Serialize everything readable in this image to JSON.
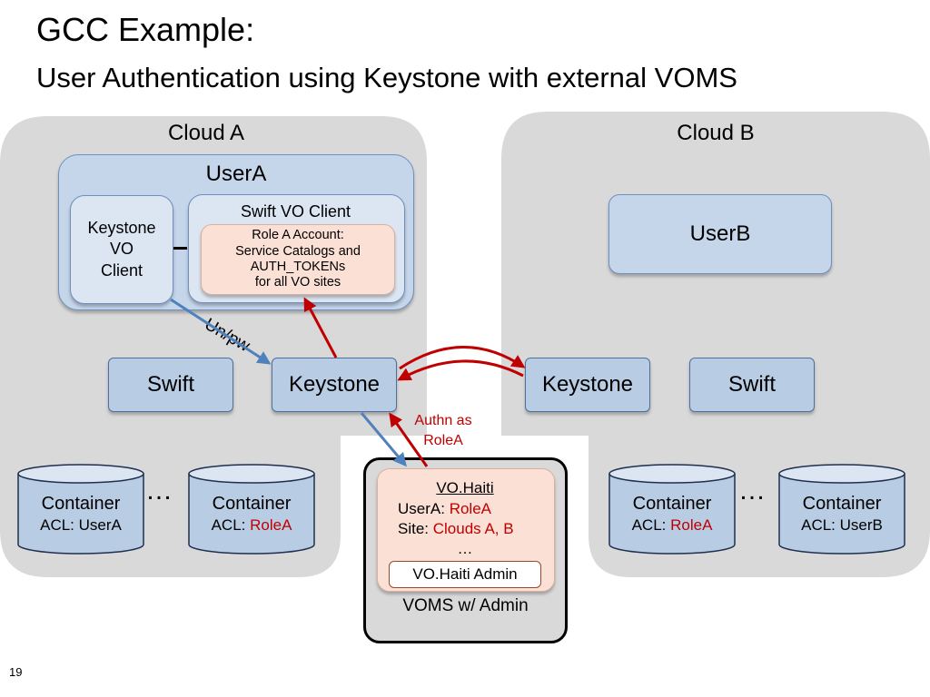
{
  "slide": {
    "title": "GCC Example:",
    "subtitle": "User Authentication using Keystone with external VOMS",
    "page_number": "19"
  },
  "cloud_a": {
    "label": "Cloud A",
    "user_box": {
      "label": "UserA",
      "keystone_client": [
        "Keystone",
        "VO",
        "Client"
      ],
      "swift_client": {
        "label": "Swift VO Client",
        "account": [
          "Role A Account:",
          "Service Catalogs and",
          "AUTH_TOKENs",
          "for all VO sites"
        ]
      }
    },
    "swift": "Swift",
    "keystone": "Keystone",
    "containers": [
      {
        "label": "Container",
        "acl_prefix": "ACL: ",
        "acl_value": "UserA",
        "acl_red": false
      },
      {
        "label": "Container",
        "acl_prefix": "ACL: ",
        "acl_value": "RoleA",
        "acl_red": true
      }
    ],
    "ellipsis": "…"
  },
  "cloud_b": {
    "label": "Cloud B",
    "user_box": "UserB",
    "keystone": "Keystone",
    "swift": "Swift",
    "containers": [
      {
        "label": "Container",
        "acl_prefix": "ACL: ",
        "acl_value": "RoleA",
        "acl_red": true
      },
      {
        "label": "Container",
        "acl_prefix": "ACL: ",
        "acl_value": "UserB",
        "acl_red": false
      }
    ],
    "ellipsis": "…"
  },
  "edges": {
    "unpw": "Un/pw",
    "authn": [
      "Authn as",
      "RoleA"
    ]
  },
  "voms": {
    "label": "VOMS w/ Admin",
    "vo_name": "VO.Haiti",
    "user_prefix": "UserA: ",
    "user_value": "RoleA",
    "site_prefix": "Site: ",
    "site_value": "Clouds A, B",
    "more": "…",
    "admin": "VO.Haiti Admin"
  },
  "colors": {
    "cloud_bg": "#d9d9d9",
    "node_fill": "#b8cce4",
    "user_fill": "#c5d5ea",
    "pink_fill": "#fbe0d6",
    "red_arrow": "#c00000",
    "blue_arrow": "#4f81bd"
  }
}
